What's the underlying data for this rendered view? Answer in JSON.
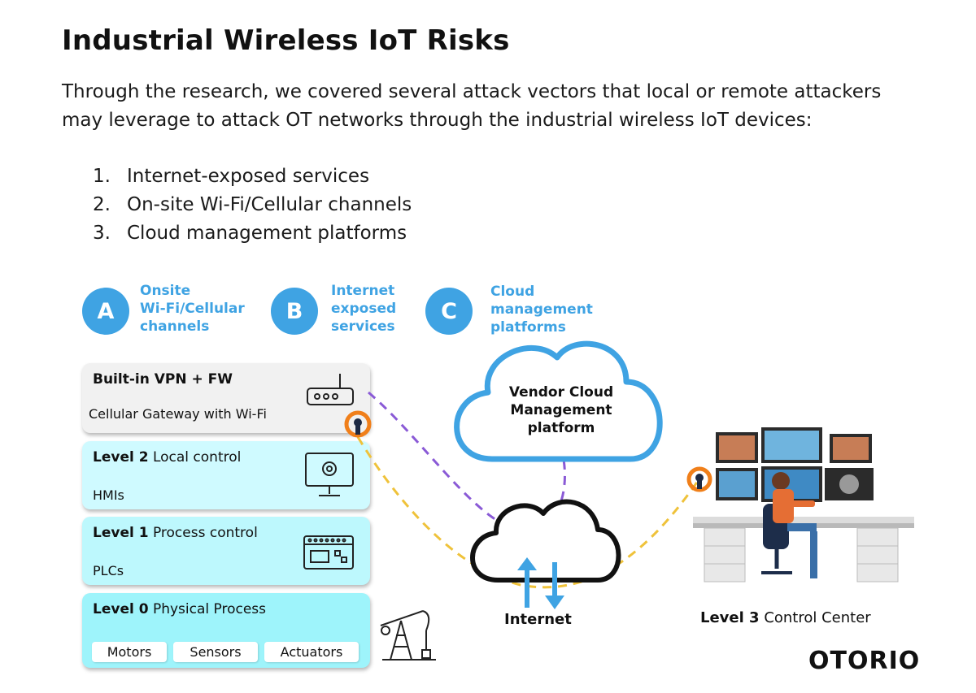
{
  "title": "Industrial Wireless IoT Risks",
  "intro": "Through the research, we covered several attack vectors that local or remote attackers may leverage to attack OT networks through the industrial wireless IoT devices:",
  "attack_vectors": [
    {
      "num": "1.",
      "text": "Internet-exposed services"
    },
    {
      "num": "2.",
      "text": "On-site Wi-Fi/Cellular channels"
    },
    {
      "num": "3.",
      "text": "Cloud management platforms"
    }
  ],
  "legend": [
    {
      "letter": "A",
      "line1": "Onsite",
      "line2": "Wi-Fi/Cellular",
      "line3": "channels"
    },
    {
      "letter": "B",
      "line1": "Internet",
      "line2": "exposed",
      "line3": "services"
    },
    {
      "letter": "C",
      "line1": "Cloud",
      "line2": "management",
      "line3": "platforms"
    }
  ],
  "stack": {
    "gateway": {
      "title": "Built-in VPN + FW",
      "sub": "Cellular Gateway with Wi-Fi"
    },
    "level2": {
      "bold": "Level 2",
      "rest": " Local control",
      "sub": "HMIs"
    },
    "level1": {
      "bold": "Level 1",
      "rest": " Process control",
      "sub": "PLCs"
    },
    "level0": {
      "bold": "Level 0",
      "rest": " Physical Process",
      "chips": [
        "Motors",
        "Sensors",
        "Actuators"
      ]
    }
  },
  "cloud": {
    "line1": "Vendor Cloud",
    "line2": "Management",
    "line3": "platform"
  },
  "internet_label": "Internet",
  "level3": {
    "bold": "Level 3",
    "rest": " Control Center"
  },
  "brand": "OTORIO",
  "colors": {
    "accent_blue": "#3fa3e3",
    "purple_path": "#8a5ad6",
    "yellow_path": "#efc23a",
    "attacker_orange": "#f07f1a"
  }
}
